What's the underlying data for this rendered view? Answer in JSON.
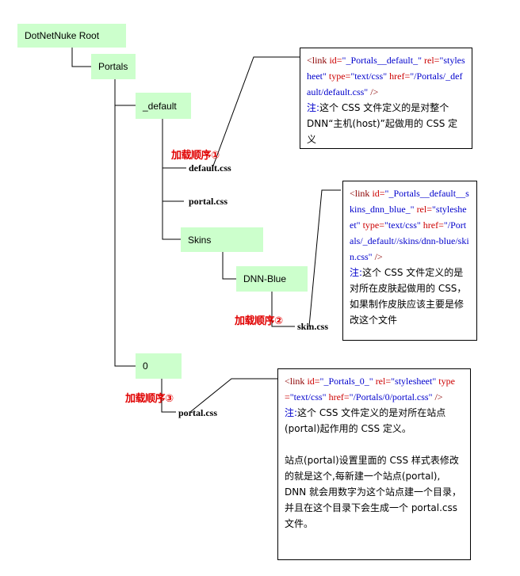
{
  "nodes": {
    "root": "DotNetNuke Root",
    "portals": "Portals",
    "default": "_default",
    "skins": "Skins",
    "dnnblue": "DNN-Blue",
    "zero": "0"
  },
  "files": {
    "default_css": "default.css",
    "portal_css_default": "portal.css",
    "skin_css": "skin.css",
    "portal_css_zero": "portal.css"
  },
  "orders": {
    "one": "加载顺序①",
    "two": "加载顺序②",
    "three": "加载顺序③"
  },
  "notes": {
    "n1": {
      "link_open": "<link ",
      "id_attr": "id=",
      "id_val": "\"_Portals__default_\"",
      "rel_attr": " rel=",
      "rel_val": "\"stylesheet\"",
      "type_attr": " type=",
      "type_val": "\"text/css\"",
      "href_attr": " href=",
      "href_val": "\"/Portals/_default/default.css\"",
      "link_close": " />",
      "label": "注:",
      "text": "这个 CSS 文件定义的是对整个 DNN“主机(host)”起做用的 CSS 定义"
    },
    "n2": {
      "link_open": "<link ",
      "id_attr": "id=",
      "id_val": "\"_Portals__default__skins_dnn_blue_\"",
      "rel_attr": " rel=",
      "rel_val": "\"stylesheet\"",
      "type_attr": " type=",
      "type_val": "\"text/css\"",
      "href_attr": " href=",
      "href_val": "\"/Portals/_default//skins/dnn-blue/skin.css\"",
      "link_close": " />",
      "label": "注:",
      "text": "这个 CSS 文件定义的是对所在皮肤起做用的 CSS，如果制作皮肤应该主要是修改这个文件"
    },
    "n3": {
      "link_open": "<link ",
      "id_attr": "id=",
      "id_val": "\"_Portals_0_\"",
      "rel_attr": " rel=",
      "rel_val": "\"stylesheet\"",
      "type_attr": " type=",
      "type_val": "\"text/css\"",
      "href_attr": " href=",
      "href_val": "\"/Portals/0/portal.css\"",
      "link_close": " />",
      "label": "注:",
      "text": "这个 CSS 文件定义的是对所在站点(portal)起作用的 CSS 定义。",
      "text2": "站点(portal)设置里面的 CSS 样式表修改的就是这个,每新建一个站点(portal), DNN 就会用数字为这个站点建一个目录，并且在这个目录下会生成一个 portal.css 文件。"
    }
  }
}
